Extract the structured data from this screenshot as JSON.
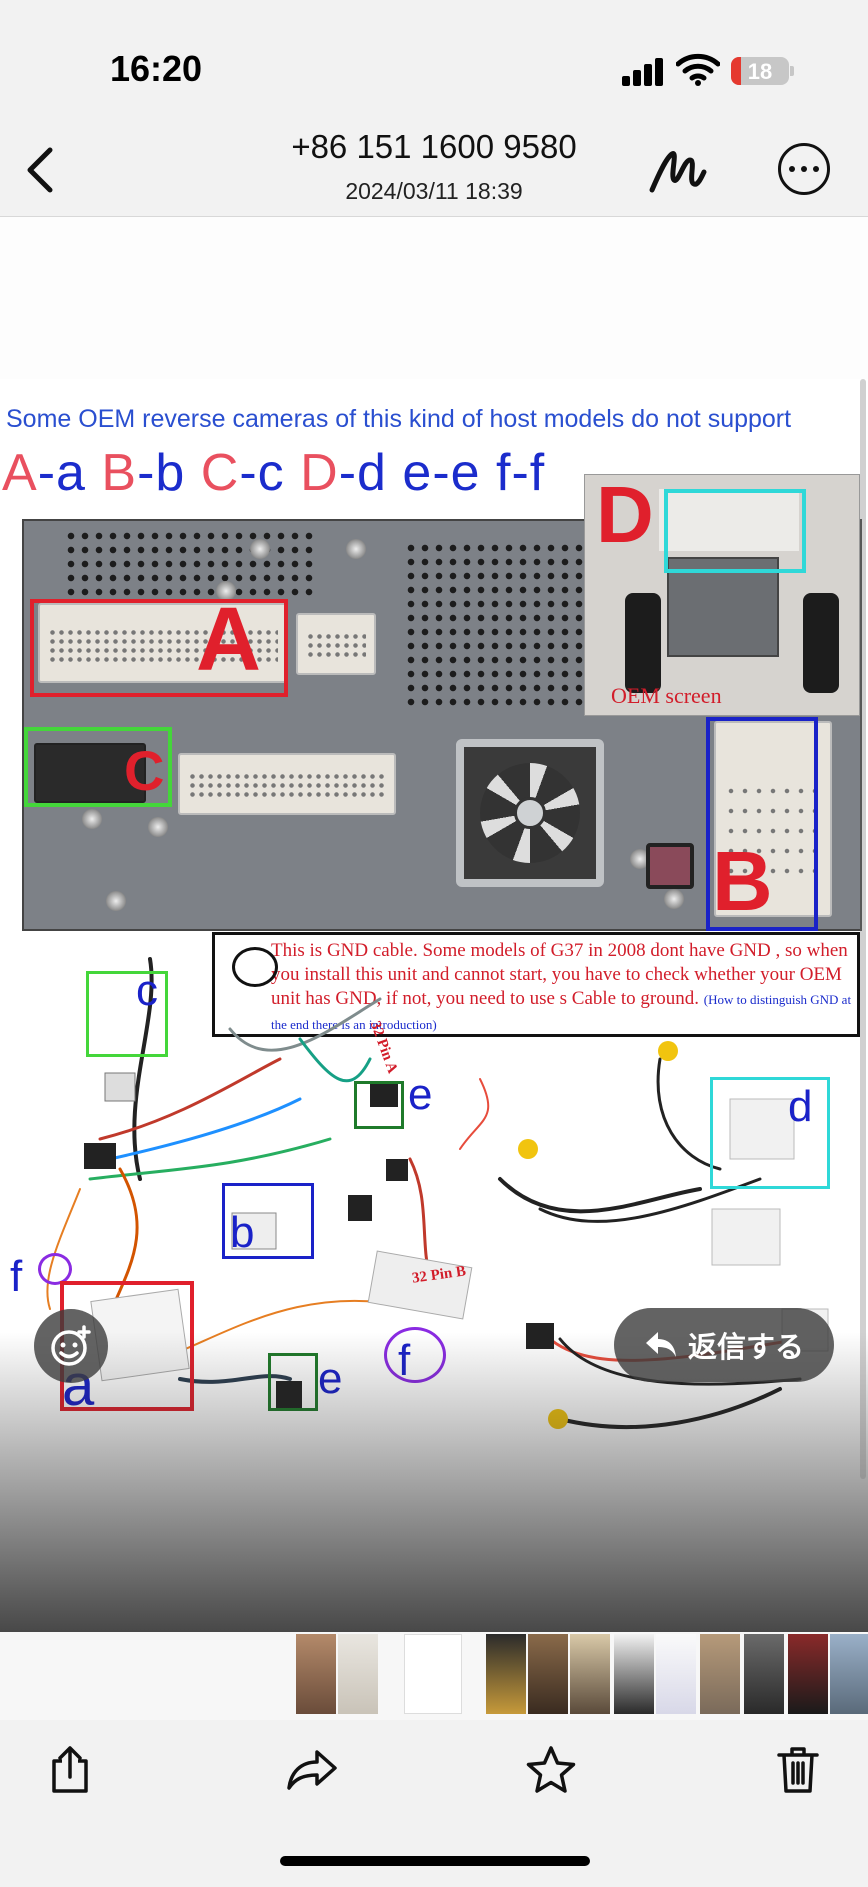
{
  "status_bar": {
    "time": "16:20",
    "battery_level": "18",
    "battery_fraction": 0.18,
    "battery_color": "#e5392f",
    "icons": [
      "cellular-signal-icon",
      "wifi-icon",
      "battery-icon"
    ]
  },
  "header": {
    "title": "+86 151 1600 9580",
    "subtitle": "2024/03/11 18:39",
    "back_icon": "chevron-left-icon",
    "markup_icon": "markup-pen-icon",
    "more_icon": "ellipsis-circle-icon"
  },
  "photo": {
    "top_text": "Some OEM reverse cameras of this kind of host models do not support",
    "pairs": [
      {
        "upper": "A",
        "lower": "a"
      },
      {
        "upper": "B",
        "lower": "b"
      },
      {
        "upper": "C",
        "lower": "c"
      },
      {
        "upper": "D",
        "lower": "d"
      },
      {
        "upper": "e",
        "lower": "e"
      },
      {
        "upper": "f",
        "lower": "f"
      }
    ],
    "big_letters": {
      "A": "A",
      "B": "B",
      "C": "C",
      "D": "D"
    },
    "oem_screen_label": "OEM screen",
    "gnd_note": "This is GND cable. Some models of G37 in 2008 dont have GND , so when you install this unit and cannot start, you have to check whether your OEM unit has GND, if not, you need to use s Cable to ground.",
    "gnd_note_small": "(How to distinguish GND at the end there is an introduction)",
    "wire_letters": {
      "a": "a",
      "b": "b",
      "c": "c",
      "d": "d",
      "e1": "e",
      "e2": "e",
      "f1": "f",
      "f2": "f"
    },
    "pin_label_a": "32 Pin A",
    "pin_label_b": "32 Pin B",
    "colors": {
      "red": "#e0202c",
      "blue": "#1a22c8",
      "green": "#44d63a",
      "dark_green": "#1f7a2a",
      "cyan": "#2fd8d8",
      "purple": "#8a2be2"
    }
  },
  "actions": {
    "emoji_icon": "add-reaction-icon",
    "reply_icon": "reply-arrow-icon",
    "reply_label": "返信する"
  },
  "toolbar": {
    "share_icon": "share-icon",
    "forward_icon": "forward-icon",
    "favorite_icon": "star-icon",
    "delete_icon": "trash-icon"
  }
}
